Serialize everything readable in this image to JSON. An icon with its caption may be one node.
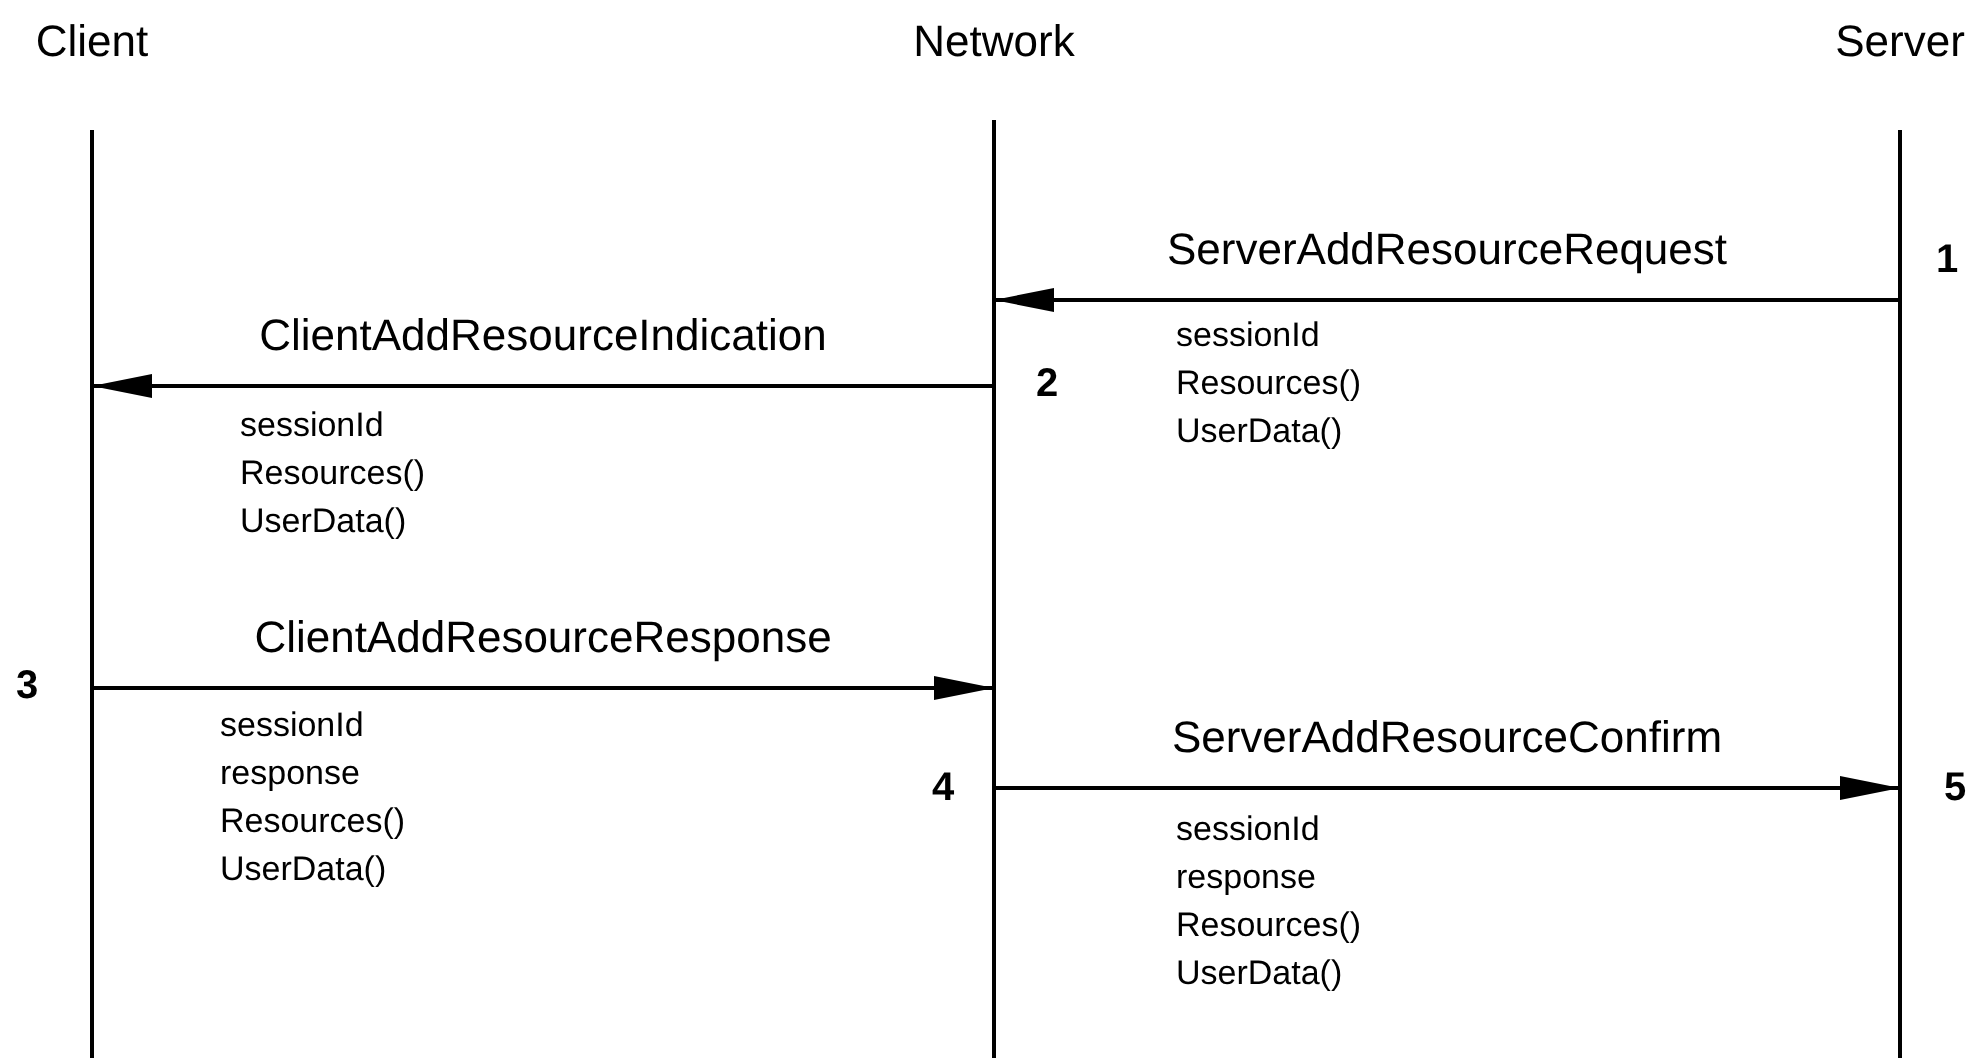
{
  "diagram": {
    "nodes": [
      {
        "text": [
          "Client"
        ]
      },
      {
        "text": [
          "Network"
        ]
      },
      {
        "text": [
          "Server"
        ]
      }
    ],
    "edges": [
      {
        "from": 2,
        "to": 1,
        "arrow": "to",
        "label": "ServerAddResourceRequest"
      },
      {
        "from": 1,
        "to": 0,
        "arrow": "to",
        "label": "ClientAddResourceIndication"
      },
      {
        "from": 0,
        "to": 1,
        "arrow": "to",
        "label": "ClientAddResourceResponse"
      },
      {
        "from": 1,
        "to": 2,
        "arrow": "to",
        "label": "ServerAddResourceConfirm"
      }
    ],
    "labels": [
      "1",
      "sessionId",
      "Resources()",
      "UserData()",
      "2",
      "sessionId",
      "Resources()",
      "UserData()",
      "3",
      "sessionId",
      "response",
      "Resources()",
      "UserData()",
      "4",
      "5",
      "sessionId",
      "response",
      "Resources()",
      "UserData()"
    ]
  }
}
